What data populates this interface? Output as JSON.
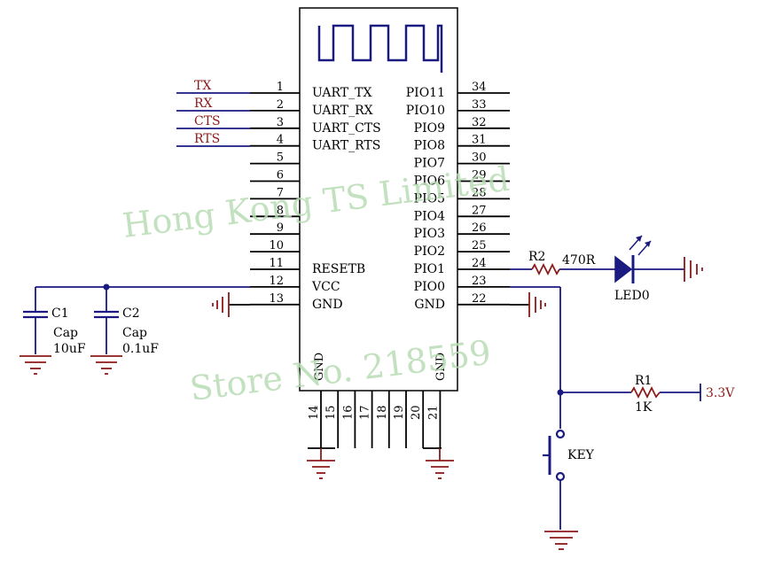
{
  "module": {
    "left_pins": [
      {
        "num": "1",
        "label": "UART_TX"
      },
      {
        "num": "2",
        "label": "UART_RX"
      },
      {
        "num": "3",
        "label": "UART_CTS"
      },
      {
        "num": "4",
        "label": "UART_RTS"
      },
      {
        "num": "5",
        "label": ""
      },
      {
        "num": "6",
        "label": ""
      },
      {
        "num": "7",
        "label": ""
      },
      {
        "num": "8",
        "label": ""
      },
      {
        "num": "9",
        "label": ""
      },
      {
        "num": "10",
        "label": ""
      },
      {
        "num": "11",
        "label": "RESETB"
      },
      {
        "num": "12",
        "label": "VCC"
      },
      {
        "num": "13",
        "label": "GND"
      }
    ],
    "right_pins": [
      {
        "num": "34",
        "label": "PIO11"
      },
      {
        "num": "33",
        "label": "PIO10"
      },
      {
        "num": "32",
        "label": "PIO9"
      },
      {
        "num": "31",
        "label": "PIO8"
      },
      {
        "num": "30",
        "label": "PIO7"
      },
      {
        "num": "29",
        "label": "PIO6"
      },
      {
        "num": "28",
        "label": "PIO5"
      },
      {
        "num": "27",
        "label": "PIO4"
      },
      {
        "num": "26",
        "label": "PIO3"
      },
      {
        "num": "25",
        "label": "PIO2"
      },
      {
        "num": "24",
        "label": "PIO1"
      },
      {
        "num": "23",
        "label": "PIO0"
      },
      {
        "num": "22",
        "label": "GND"
      }
    ],
    "bottom_pins": [
      "14",
      "15",
      "16",
      "17",
      "18",
      "19",
      "20",
      "21"
    ],
    "bottom_labels": {
      "left": "GND",
      "right": "GND"
    }
  },
  "nets": {
    "tx": "TX",
    "rx": "RX",
    "cts": "CTS",
    "rts": "RTS"
  },
  "c1": {
    "ref": "C1",
    "type": "Cap",
    "value": "10uF"
  },
  "c2": {
    "ref": "C2",
    "type": "Cap",
    "value": "0.1uF"
  },
  "r2": {
    "ref": "R2",
    "value": "470R"
  },
  "led": {
    "ref": "LED0"
  },
  "r1": {
    "ref": "R1",
    "value": "1K"
  },
  "supply": {
    "label": "3.3V"
  },
  "key": {
    "label": "KEY"
  },
  "watermark": {
    "line1": "Hong Kong TS Limited",
    "line2": "Store No. 218559"
  },
  "colors": {
    "wire": "#1a1a80",
    "net_label": "#8b1a1a",
    "ground": "#8b1a1a",
    "watermark": "#b8dcb4"
  }
}
